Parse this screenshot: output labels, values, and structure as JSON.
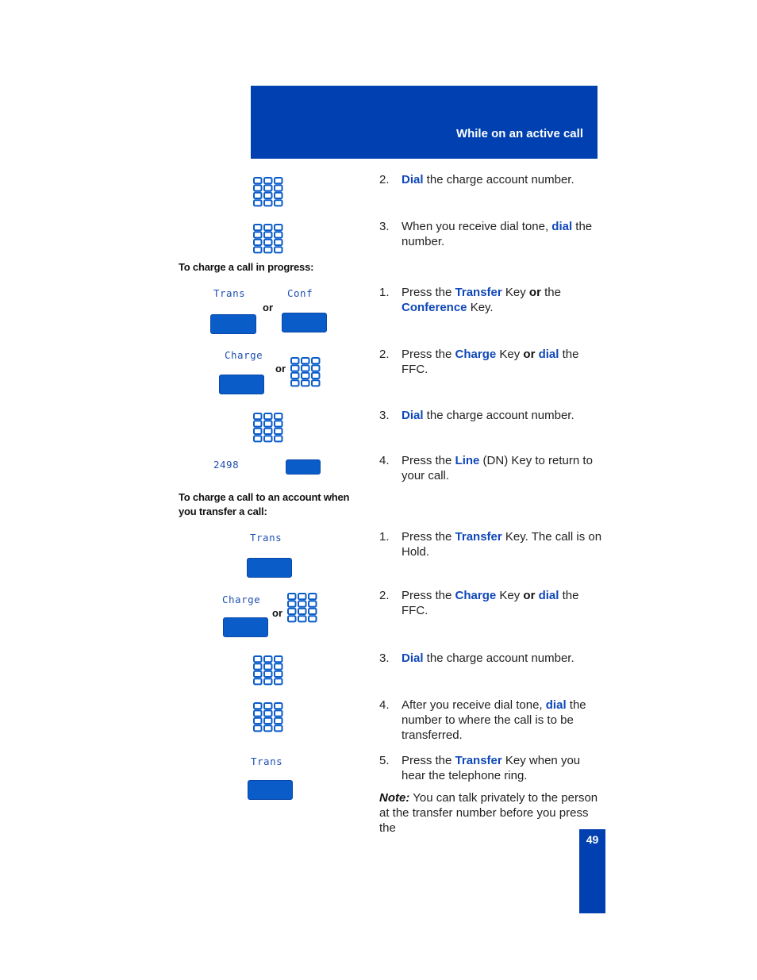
{
  "header": {
    "title": "While on an active call"
  },
  "page_number": "49",
  "sections": {
    "charge_in_progress": "To charge a call in progress:",
    "charge_on_transfer_line1": "To charge a call to an account when",
    "charge_on_transfer_line2": "you transfer a call:"
  },
  "lcd": {
    "trans": "Trans",
    "conf": "Conf",
    "charge": "Charge",
    "dn": "2498"
  },
  "or": "or",
  "steps_a": [
    {
      "num": "2.",
      "kw": "Dial",
      "rest": " the charge account number."
    },
    {
      "num": "3.",
      "pre": "When you receive dial tone, ",
      "kw": "dial",
      "rest": " the number."
    }
  ],
  "steps_b": [
    {
      "num": "1.",
      "pre": "Press the ",
      "kw": "Transfer",
      "mid": " Key ",
      "bold": "or",
      "mid2": " the ",
      "kw2": "Conference",
      "rest": " Key."
    },
    {
      "num": "2.",
      "pre": "Press the ",
      "kw": "Charge",
      "mid": " Key ",
      "bold": "or",
      "mid2": " ",
      "kw2": "dial",
      "rest": " the FFC."
    },
    {
      "num": "3.",
      "kw": "Dial",
      "rest": " the charge account number."
    },
    {
      "num": "4.",
      "pre": "Press the ",
      "kw": "Line",
      "rest": " (DN) Key to return to your call."
    }
  ],
  "steps_c": [
    {
      "num": "1.",
      "pre": "Press the ",
      "kw": "Transfer",
      "rest": " Key. The call is on Hold."
    },
    {
      "num": "2.",
      "pre": "Press the ",
      "kw": "Charge",
      "mid": " Key ",
      "bold": "or",
      "mid2": " ",
      "kw2": "dial",
      "rest": " the FFC."
    },
    {
      "num": "3.",
      "kw": "Dial",
      "rest": " the charge account number."
    },
    {
      "num": "4.",
      "pre": "After you receive dial tone, ",
      "kw": "dial",
      "rest": " the number to where the call is to be transferred."
    },
    {
      "num": "5.",
      "pre": "Press the ",
      "kw": "Transfer",
      "rest": " Key when you hear the telephone ring."
    }
  ],
  "note": {
    "label": "Note:",
    "text": " You can talk privately to the person at the transfer number before you press the"
  },
  "colors": {
    "brand_blue": "#0040b0",
    "key_blue": "#0a5cc9",
    "keyword_blue": "#1048b8"
  },
  "icons": {
    "keypad": "dial-pad-icon",
    "softkey": "soft-key-icon"
  }
}
